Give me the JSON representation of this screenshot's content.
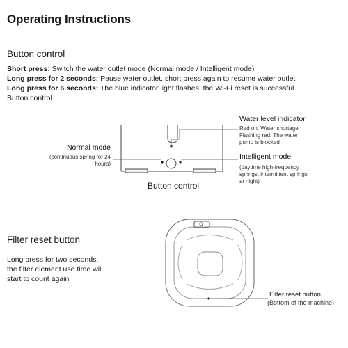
{
  "page": {
    "title": "Operating Instructions"
  },
  "button_section": {
    "heading": "Button control",
    "lines": [
      {
        "bold": "Short press:",
        "text": " Switch the water outlet mode (Normal mode / Intelligent mode)"
      },
      {
        "bold": "Long press for 2 seconds:",
        "text": " Pause water outlet, short press again to resume water outlet"
      },
      {
        "bold": "Long press for 6 seconds:",
        "text": " The blue indicator light flashes, the Wi-Fi reset is successful"
      }
    ],
    "trailing": "Button control"
  },
  "diagram": {
    "water_level": {
      "title": "Water level indicator",
      "lines": [
        "Red on: Water shortage",
        "Flashing red: The water",
        "pump is blocked"
      ]
    },
    "normal_mode": {
      "title": "Normal mode",
      "lines": [
        "(continuous spring for 24",
        "hours)"
      ]
    },
    "intelligent_mode": {
      "title": "Intelligent mode",
      "lines": [
        "(daytime high-frequency",
        "springs, intermittent springs",
        "at night)"
      ]
    },
    "caption": "Button control"
  },
  "filter_section": {
    "heading": "Filter reset button",
    "lines": [
      "Long press for two seconds,",
      "the filter element use time will",
      "start to count again"
    ],
    "callout_title": "Filter reset button",
    "callout_sub": "(Bottom of the machine)"
  }
}
